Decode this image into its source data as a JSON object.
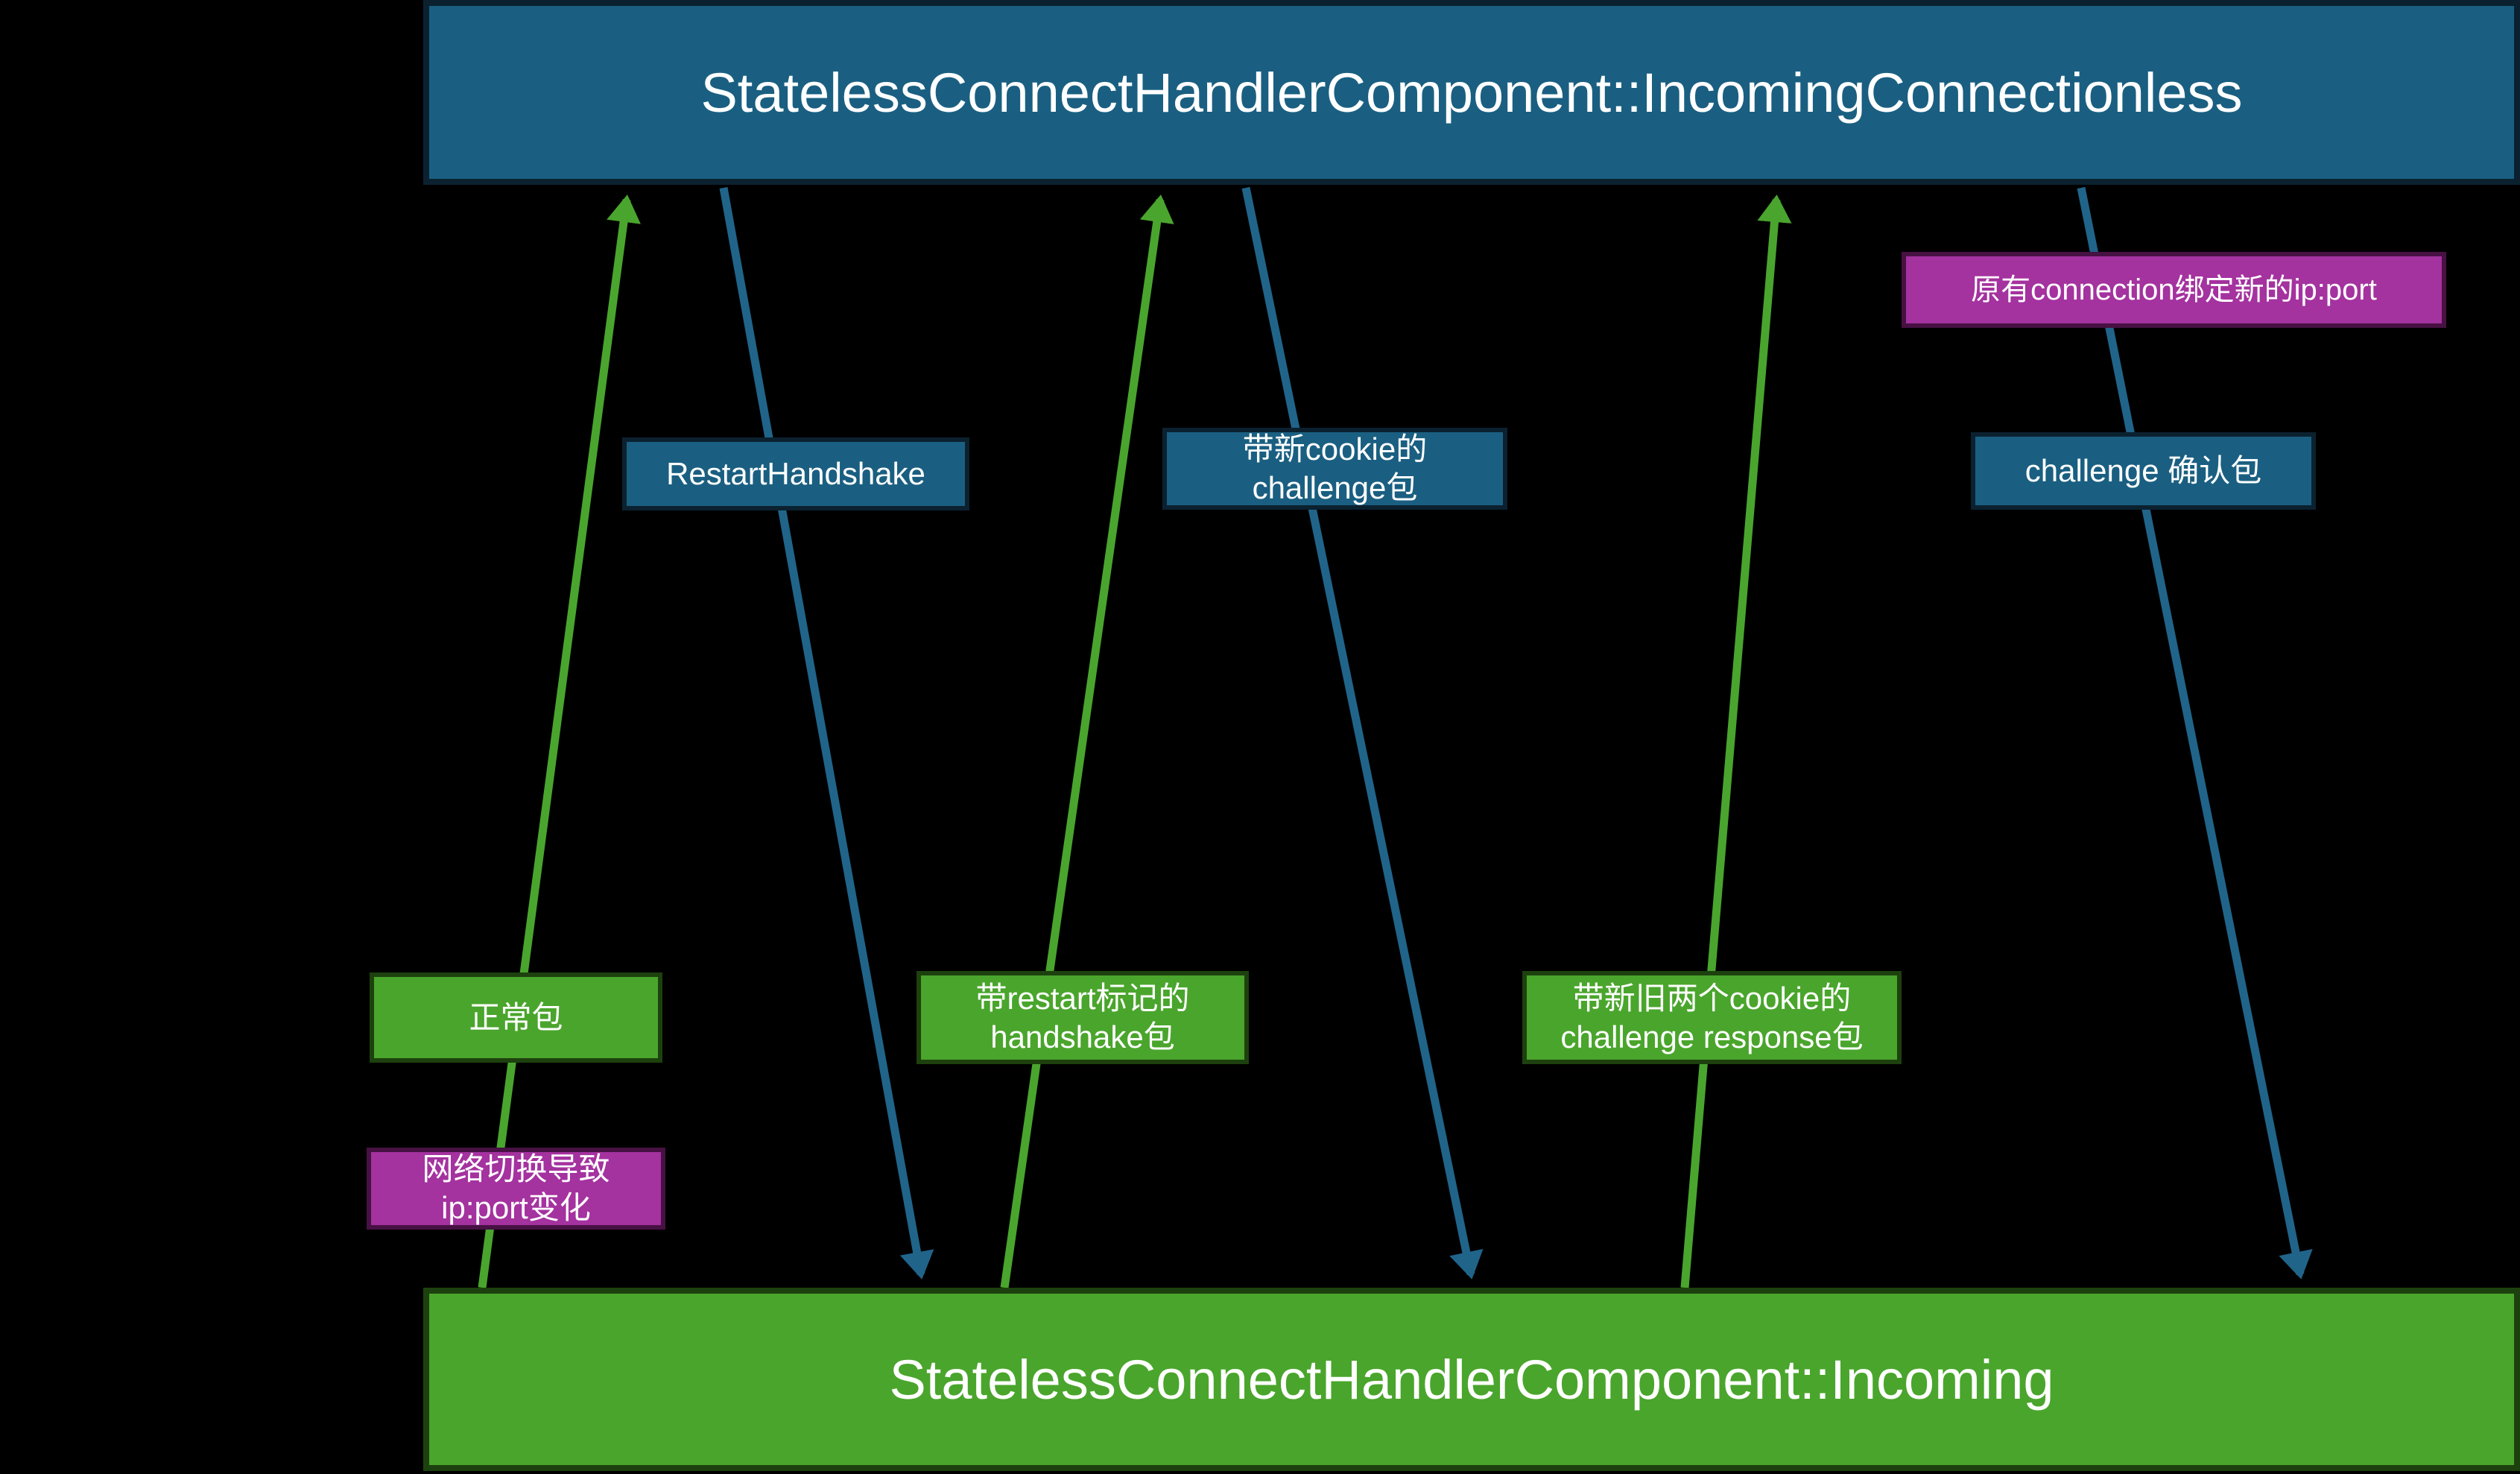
{
  "nodes": {
    "top": {
      "label": "StatelessConnectHandlerComponent::IncomingConnectionless"
    },
    "bottom": {
      "label": "StatelessConnectHandlerComponent::Incoming"
    }
  },
  "messages": {
    "normal_packet": {
      "lines": [
        "正常包"
      ],
      "direction": "up",
      "color": "green"
    },
    "restart_handshake": {
      "lines": [
        "RestartHandshake"
      ],
      "direction": "down",
      "color": "teal"
    },
    "restart_flag_handshake": {
      "lines": [
        "带restart标记的",
        "handshake包"
      ],
      "direction": "up",
      "color": "green"
    },
    "new_cookie_challenge": {
      "lines": [
        "带新cookie的",
        "challenge包"
      ],
      "direction": "down",
      "color": "teal"
    },
    "two_cookie_response": {
      "lines": [
        "带新旧两个cookie的",
        "challenge response包"
      ],
      "direction": "up",
      "color": "green"
    },
    "challenge_ack": {
      "lines": [
        "challenge 确认包"
      ],
      "direction": "down",
      "color": "teal"
    }
  },
  "notes": {
    "network_switch": {
      "lines": [
        "网络切换导致",
        "ip:port变化"
      ],
      "color": "purple"
    },
    "bind_new_ipport": {
      "lines": [
        "原有connection绑定新的ip:port"
      ],
      "color": "purple"
    }
  },
  "colors": {
    "background": "#000000",
    "teal_fill": "#1a5f81",
    "teal_border": "#0b2130",
    "green_fill": "#4aa52c",
    "green_border": "#1d410e",
    "purple_fill": "#a4329f",
    "purple_border": "#471143",
    "arrow_green": "#4aa52e",
    "arrow_blue": "#20648a",
    "text": "#ffffff"
  }
}
